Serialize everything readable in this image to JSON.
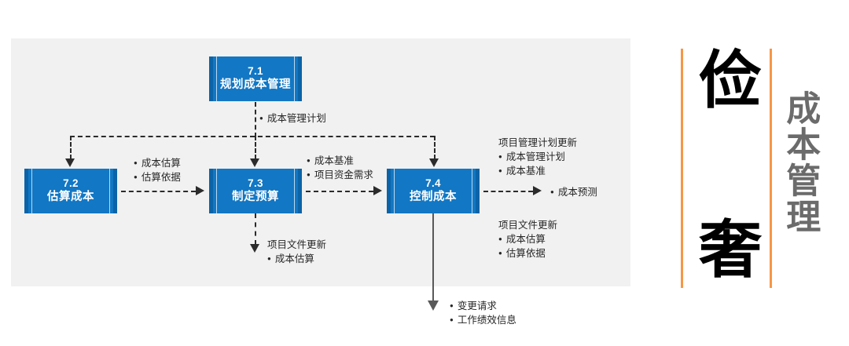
{
  "diagram": {
    "boxes": [
      {
        "id": "7.1",
        "num": "7.1",
        "title": "规划成本管理"
      },
      {
        "id": "7.2",
        "num": "7.2",
        "title": "估算成本"
      },
      {
        "id": "7.3",
        "num": "7.3",
        "title": "制定预算"
      },
      {
        "id": "7.4",
        "num": "7.4",
        "title": "控制成本"
      }
    ],
    "notes": {
      "cost_mgmt_plan": {
        "items": [
          "成本管理计划"
        ]
      },
      "estimates_out": {
        "items": [
          "成本估算",
          "估算依据"
        ]
      },
      "budget_out": {
        "items": [
          "成本基准",
          "项目资金需求"
        ]
      },
      "pm_plan_updates": {
        "header": "项目管理计划更新",
        "items": [
          "成本管理计划",
          "成本基准"
        ]
      },
      "doc_updates_right": {
        "header": "项目文件更新",
        "items": [
          "成本估算",
          "估算依据"
        ]
      },
      "doc_updates_bottom": {
        "header": "项目文件更新",
        "items": [
          "成本估算"
        ]
      },
      "forecast": {
        "items": [
          "成本预测"
        ]
      },
      "change_requests": {
        "items": [
          "变更请求",
          "工作绩效信息"
        ]
      }
    }
  },
  "sidebar": {
    "char_top": "俭",
    "char_bottom": "奢",
    "vertical_title": "成本管理",
    "accent_color": "#F79646",
    "title_color": "#6B6B6B"
  },
  "theme": {
    "box_fill": "#1277C4",
    "box_edge": "#0B63A8",
    "panel_bg": "#F1F1F1",
    "connector": "#2B2B2B",
    "solid_connector": "#595959"
  }
}
